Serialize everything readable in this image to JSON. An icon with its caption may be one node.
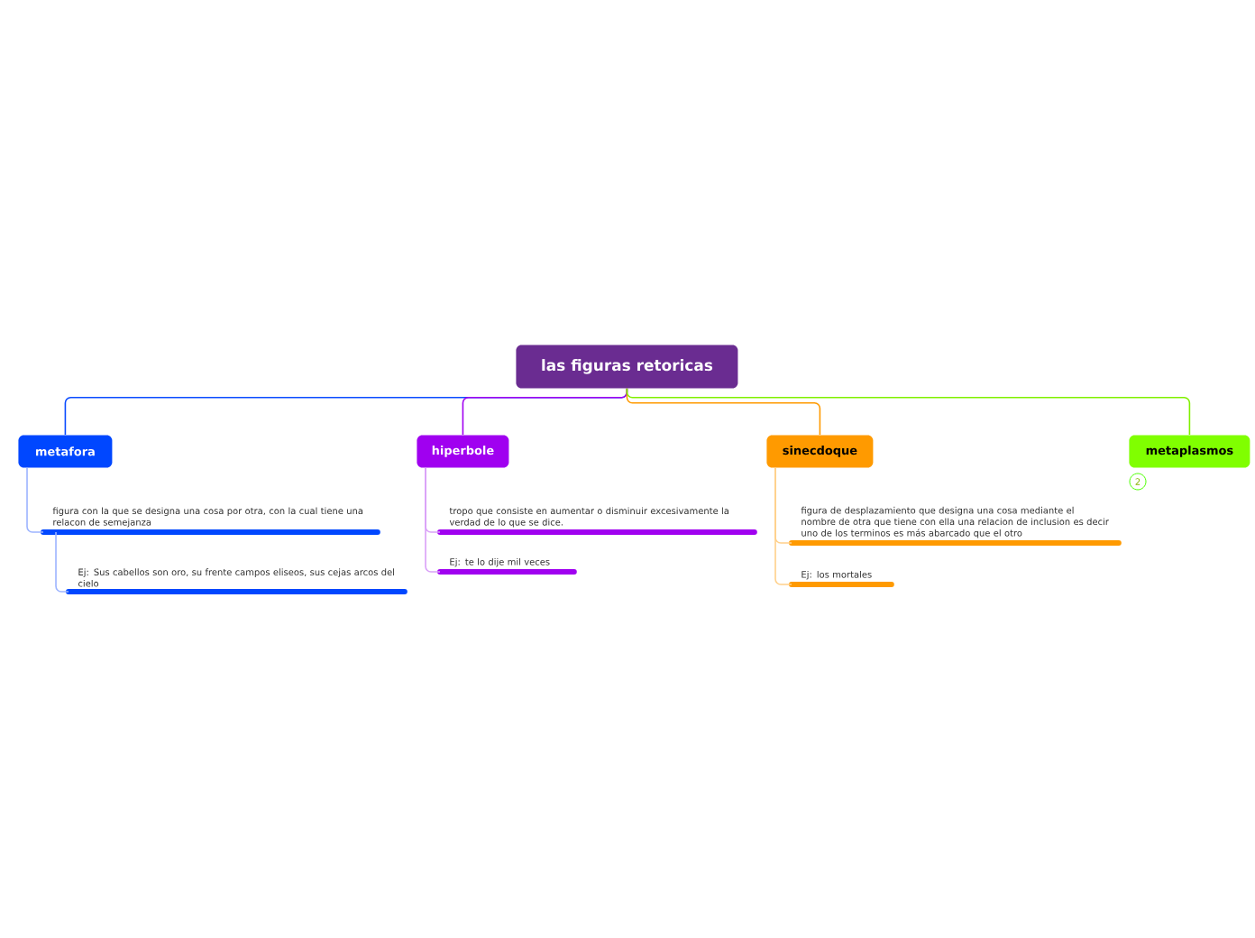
{
  "diagram": {
    "nodes": [
      {
        "text": [
          "las figuras retoricas"
        ]
      },
      {
        "text": [
          "metafora"
        ]
      },
      {
        "text": [
          "figura con la que se designa una cosa por otra, con la cual tiene una relacon de semejanza"
        ]
      },
      {
        "text": [
          "Ej: Sus cabellos son oro, su frente campos eliseos, sus cejas arcos del cielo"
        ]
      },
      {
        "text": [
          "hiperbole"
        ]
      },
      {
        "text": [
          "tropo que consiste en aumentar o disminuir excesivamente la verdad de lo que se dice."
        ]
      },
      {
        "text": [
          "Ej: te lo dije mil veces"
        ]
      },
      {
        "text": [
          "sinecdoque"
        ]
      },
      {
        "text": [
          "figura de desplazamiento que designa una cosa mediante el nombre de otra que tiene con ella una relacion de inclusion es decir uno de los terminos es más abarcado que el otro"
        ]
      },
      {
        "text": [
          "Ej: los mortales"
        ]
      },
      {
        "text": [
          "metaplasmos"
        ]
      }
    ],
    "edges": [
      {
        "from": 0,
        "to": 1,
        "arrow": "none",
        "color": "#0a4bff"
      },
      {
        "from": 1,
        "to": 2,
        "arrow": "none",
        "color": "#9db4ff"
      },
      {
        "from": 2,
        "to": 3,
        "arrow": "none",
        "color": "#9db4ff"
      },
      {
        "from": 0,
        "to": 4,
        "arrow": "none",
        "color": "#a000f0"
      },
      {
        "from": 4,
        "to": 5,
        "arrow": "none",
        "color": "#d9a0f8"
      },
      {
        "from": 4,
        "to": 6,
        "arrow": "none",
        "color": "#d9a0f8"
      },
      {
        "from": 0,
        "to": 7,
        "arrow": "none",
        "color": "#ff9a00"
      },
      {
        "from": 7,
        "to": 8,
        "arrow": "none",
        "color": "#ffd08a"
      },
      {
        "from": 7,
        "to": 9,
        "arrow": "none",
        "color": "#ffd08a"
      },
      {
        "from": 0,
        "to": 10,
        "arrow": "none",
        "color": "#80f000"
      }
    ],
    "labels": [
      "2"
    ]
  }
}
